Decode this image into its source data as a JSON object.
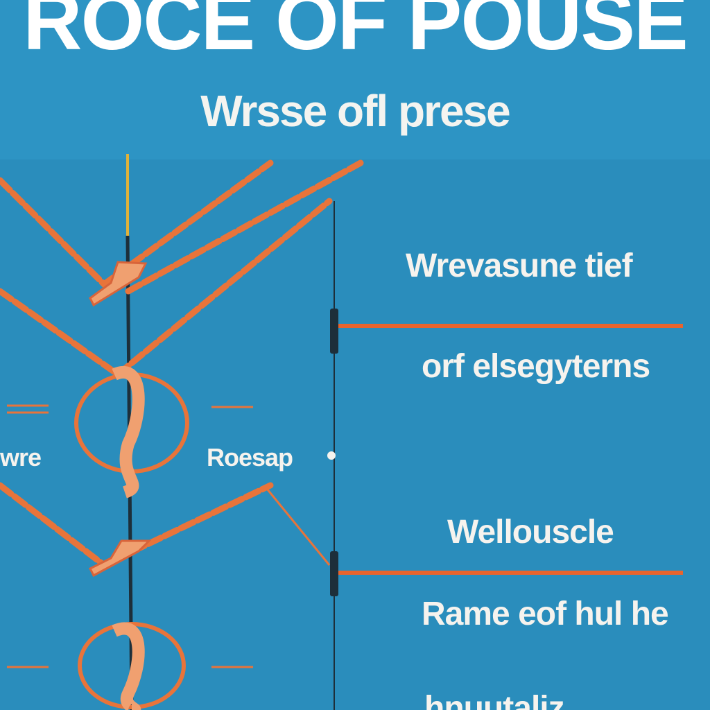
{
  "header": {
    "title": "ROCE OF POUSE",
    "subtitle": "Wrsse ofl prese"
  },
  "right_panel": {
    "labels": [
      "Wrevasune tief",
      "orf elsegyterns",
      "Wellouscle",
      "Rame eof hul he",
      "hnuutaliz"
    ]
  },
  "left_panel": {
    "labels": [
      "wre",
      "Roesap"
    ]
  },
  "colors": {
    "background": "#2a8dbc",
    "header": "#2d94c4",
    "rope": "#e8743a",
    "divider": "#e8642e",
    "pole": "#1d2f3a",
    "knot": "#f0a070"
  }
}
